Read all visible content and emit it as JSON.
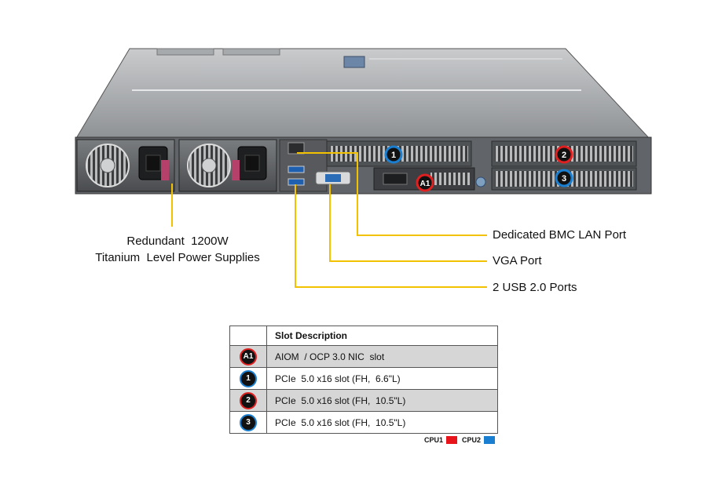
{
  "callouts": {
    "bmc": "Dedicated BMC LAN Port",
    "vga": "VGA Port",
    "usb": "2 USB 2.0 Ports",
    "psu_line1": "Redundant  1200W",
    "psu_line2": "Titanium  Level Power Supplies"
  },
  "markers": {
    "a1": "A1",
    "s1": "1",
    "s2": "2",
    "s3": "3"
  },
  "table": {
    "header": "Slot Description",
    "rows": [
      {
        "badge": "A1",
        "cpu": "CPU1",
        "desc": "AIOM  / OCP 3.0 NIC  slot"
      },
      {
        "badge": "1",
        "cpu": "CPU2",
        "desc": "PCIe  5.0 x16 slot (FH,  6.6\"L)"
      },
      {
        "badge": "2",
        "cpu": "CPU1",
        "desc": "PCIe  5.0 x16 slot (FH,  10.5\"L)"
      },
      {
        "badge": "3",
        "cpu": "CPU2",
        "desc": "PCIe  5.0 x16 slot (FH,  10.5\"L)"
      }
    ]
  },
  "legend": {
    "cpu1_label": "CPU1",
    "cpu1_color": "#e8141c",
    "cpu2_label": "CPU2",
    "cpu2_color": "#1a7fd0"
  },
  "colors": {
    "leader_line": "#f2c200",
    "chassis_top": "#9a9da0",
    "chassis_rear": "#5c5f63"
  }
}
